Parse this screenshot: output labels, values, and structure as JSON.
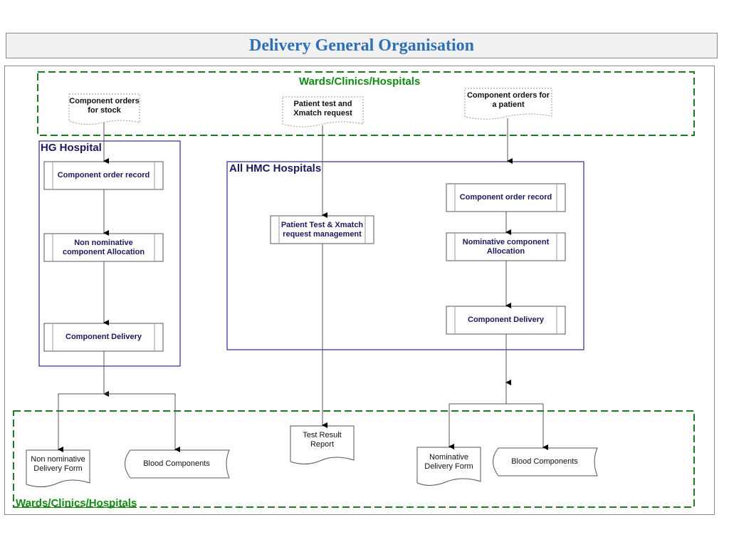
{
  "page": {
    "title": "Delivery General Organisation"
  },
  "colors": {
    "title": "#2e6fb5",
    "zone_border": "#1f7a1f",
    "zone_text": "#138a13",
    "hospital_border": "#3b3b9e",
    "hospital_text": "#1a1a5e",
    "process_text": "#1a1a5e"
  },
  "zones": {
    "top": {
      "label": "Wards/Clinics/Hospitals"
    },
    "bottom": {
      "label": "Wards/Clinics/Hospitals"
    }
  },
  "hospitals": {
    "hg": {
      "label": "HG Hospital"
    },
    "hmc": {
      "label": "All HMC Hospitals"
    }
  },
  "inputs": {
    "stock_orders": "Component orders for stock",
    "patient_test": "Patient test and Xmatch request",
    "patient_orders": "Component orders for a patient"
  },
  "hg_processes": {
    "order_record": "Component order record",
    "allocation": "Non nominative component Allocation",
    "delivery": "Component Delivery"
  },
  "hmc_processes": {
    "test_management": "Patient Test & Xmatch request management",
    "order_record": "Component order record",
    "allocation": "Nominative component Allocation",
    "delivery": "Component Delivery"
  },
  "outputs": {
    "non_nominative_form": "Non nominative Delivery Form",
    "blood_components_1": "Blood Components",
    "test_result": "Test Result Report",
    "nominative_form": "Nominative Delivery Form",
    "blood_components_2": "Blood Components"
  }
}
